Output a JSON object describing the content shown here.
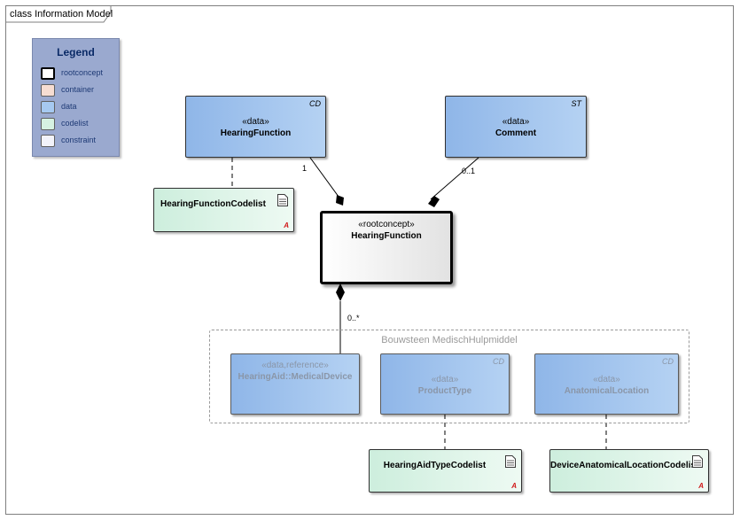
{
  "frame": {
    "title": "class Information Model"
  },
  "legend": {
    "title": "Legend",
    "items": [
      {
        "label": "rootconcept",
        "color": "#ffffff",
        "bold": true
      },
      {
        "label": "container",
        "color": "#f6ddd2"
      },
      {
        "label": "data",
        "color": "#a6c9f0"
      },
      {
        "label": "codelist",
        "color": "#d6f2e2"
      },
      {
        "label": "constraint",
        "color": "#f2f3fa"
      }
    ]
  },
  "nodes": {
    "hearing_function_data": {
      "stereotype": "«data»",
      "name": "HearingFunction",
      "type": "CD"
    },
    "comment_data": {
      "stereotype": "«data»",
      "name": "Comment",
      "type": "ST"
    },
    "hearing_function_codelist": {
      "name": "HearingFunctionCodelist"
    },
    "hearing_function_root": {
      "stereotype": "«rootconcept»",
      "name": "HearingFunction"
    },
    "medical_device": {
      "stereotype": "«data,reference»",
      "name": "HearingAid::MedicalDevice"
    },
    "product_type": {
      "stereotype": "«data»",
      "name": "ProductType",
      "type": "CD"
    },
    "anatomical_location": {
      "stereotype": "«data»",
      "name": "AnatomicalLocation",
      "type": "CD"
    },
    "hearing_aid_type_codelist": {
      "name": "HearingAidTypeCodelist"
    },
    "device_anatomical_location_codelist": {
      "name": "DeviceAnatomicalLocationCodelist"
    }
  },
  "package": {
    "title": "Bouwsteen MedischHulpmiddel"
  },
  "multiplicities": {
    "hearing_function": "1",
    "comment": "0..1",
    "medical_device": "0..*"
  },
  "icons": {
    "codelist_doc": "document-icon",
    "abstract_mark": "A"
  }
}
